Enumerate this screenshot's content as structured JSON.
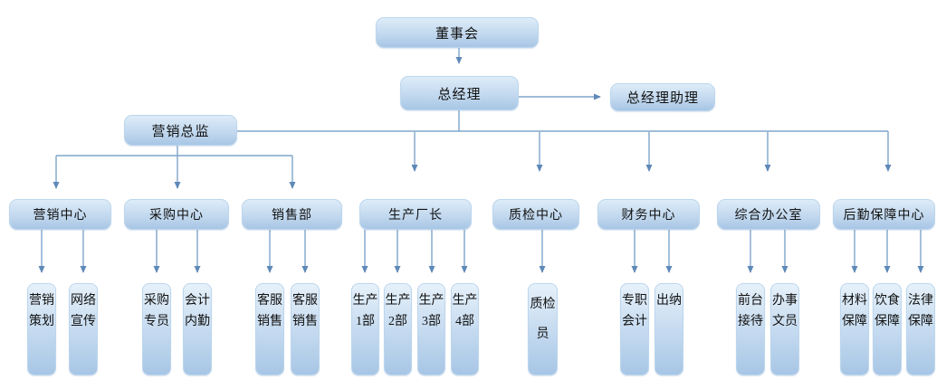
{
  "diagram": {
    "board": {
      "label": "董事会"
    },
    "gm": {
      "label": "总经理"
    },
    "gm_assistant": {
      "label": "总经理助理"
    },
    "marketing_director": {
      "label": "营销总监"
    },
    "departments": [
      {
        "label": "营销中心",
        "subs": [
          {
            "label": "营销策划"
          },
          {
            "label": "网络宣传"
          }
        ]
      },
      {
        "label": "采购中心",
        "subs": [
          {
            "label": "采购专员"
          },
          {
            "label": "会计内勤"
          }
        ]
      },
      {
        "label": "销售部",
        "subs": [
          {
            "label": "客服销售"
          },
          {
            "label": "客服销售"
          }
        ]
      },
      {
        "label": "生产厂长",
        "subs": [
          {
            "label": "生产1部"
          },
          {
            "label": "生产2部"
          },
          {
            "label": "生产3部"
          },
          {
            "label": "生产4部"
          }
        ]
      },
      {
        "label": "质检中心",
        "subs": [
          {
            "label": "质检员"
          }
        ]
      },
      {
        "label": "财务中心",
        "subs": [
          {
            "label": "专职会计"
          },
          {
            "label": "出纳"
          }
        ]
      },
      {
        "label": "综合办公室",
        "subs": [
          {
            "label": "前台接待"
          },
          {
            "label": "办事文员"
          }
        ]
      },
      {
        "label": "后勤保障中心",
        "subs": [
          {
            "label": "材料保障"
          },
          {
            "label": "饮食保障"
          },
          {
            "label": "法律保障"
          }
        ]
      }
    ]
  },
  "colors": {
    "node_fill_top": "#ddecf8",
    "node_fill_bottom": "#a7c6e5",
    "node_border": "#bdd6ee",
    "connector": "#7ea5cb",
    "arrowhead": "#5e89b8",
    "text": "#111111",
    "background": "#ffffff"
  }
}
